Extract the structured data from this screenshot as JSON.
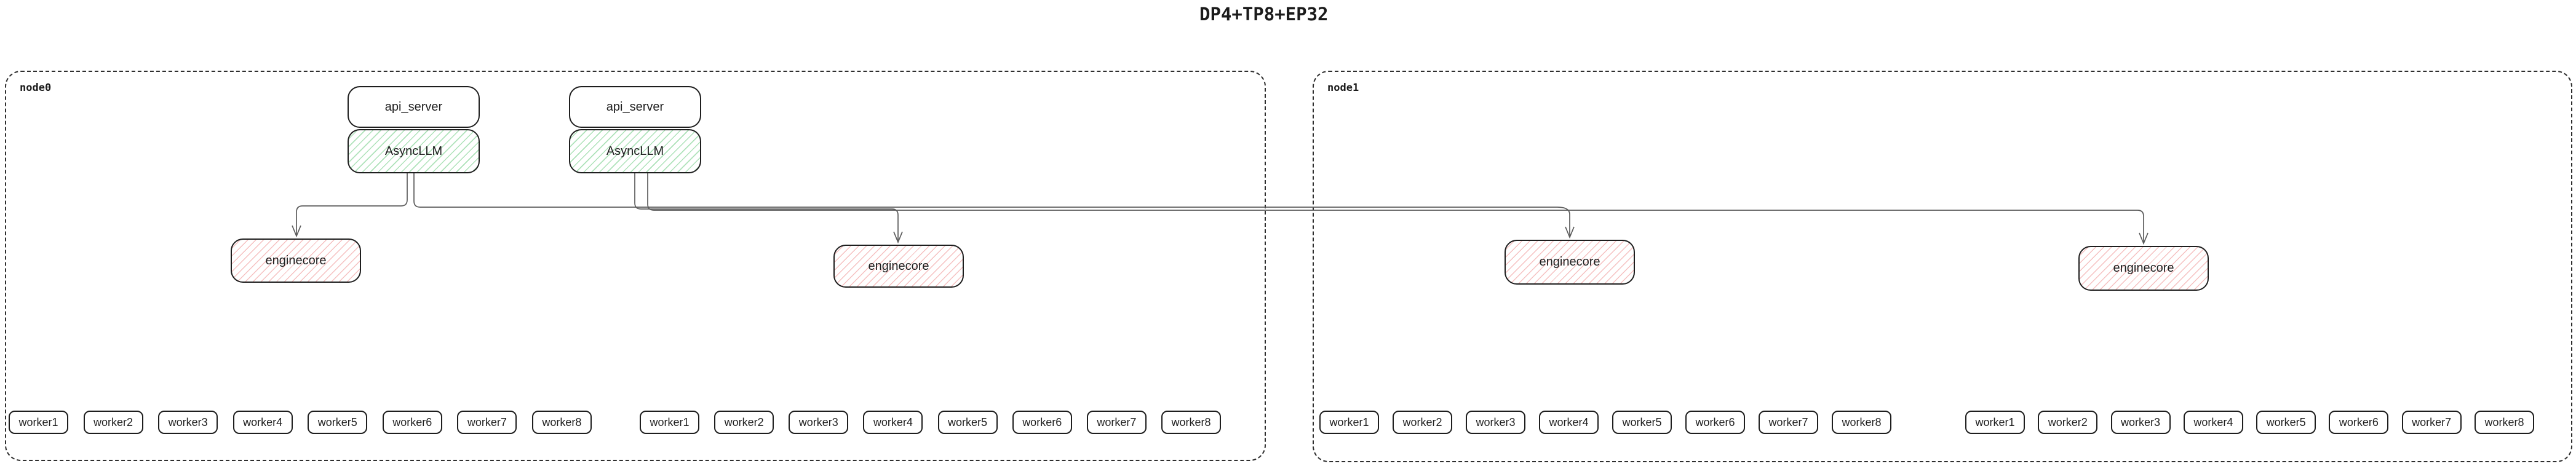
{
  "title": "DP4+TP8+EP32",
  "colors": {
    "green_hatch": "#4bbe64",
    "red_hatch": "#e65a5a",
    "box_border": "#1e1e1e",
    "node_border": "#2e2e2e",
    "connector": "#5c5c5c"
  },
  "node0": {
    "label": "node0",
    "api_servers": [
      "api_server",
      "api_server"
    ],
    "asyncllms": [
      "AsyncLLM",
      "AsyncLLM"
    ],
    "enginecores": [
      "enginecore",
      "enginecore"
    ],
    "worker_groups": [
      [
        "worker1",
        "worker2",
        "worker3",
        "worker4",
        "worker5",
        "worker6",
        "worker7",
        "worker8"
      ],
      [
        "worker1",
        "worker2",
        "worker3",
        "worker4",
        "worker5",
        "worker6",
        "worker7",
        "worker8"
      ]
    ]
  },
  "node1": {
    "label": "node1",
    "enginecores": [
      "enginecore",
      "enginecore"
    ],
    "worker_groups": [
      [
        "worker1",
        "worker2",
        "worker3",
        "worker4",
        "worker5",
        "worker6",
        "worker7",
        "worker8"
      ],
      [
        "worker1",
        "worker2",
        "worker3",
        "worker4",
        "worker5",
        "worker6",
        "worker7",
        "worker8"
      ]
    ]
  }
}
